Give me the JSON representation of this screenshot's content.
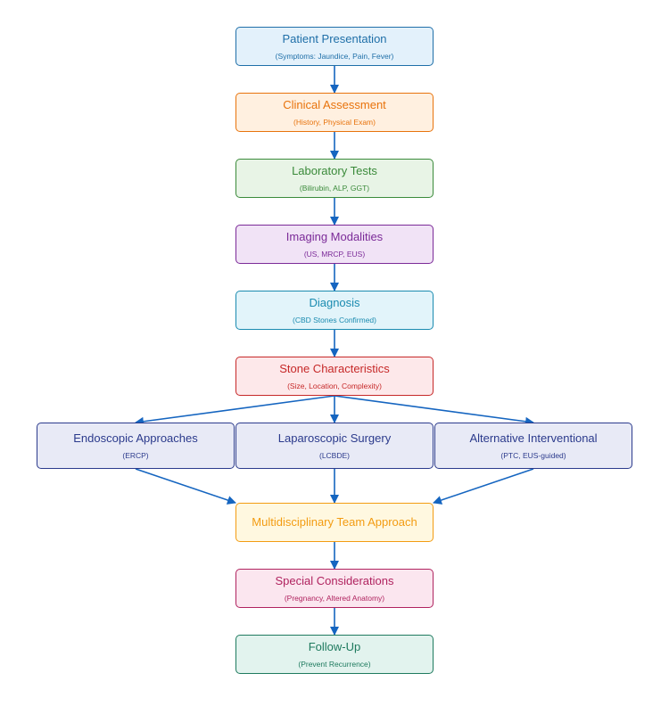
{
  "nodes": [
    {
      "id": "patient",
      "title": "Patient Presentation",
      "subtitle": "(Symptoms: Jaundice, Pain, Fever)",
      "color": "#1f6fa8",
      "fill": "#e3f1fb"
    },
    {
      "id": "clinical",
      "title": "Clinical Assessment",
      "subtitle": "(History, Physical Exam)",
      "color": "#e8730c",
      "fill": "#fff0e0"
    },
    {
      "id": "lab",
      "title": "Laboratory Tests",
      "subtitle": "(Bilirubin, ALP, GGT)",
      "color": "#3a8a3a",
      "fill": "#e8f4e6"
    },
    {
      "id": "imaging",
      "title": "Imaging Modalities",
      "subtitle": "(US, MRCP, EUS)",
      "color": "#7b2a98",
      "fill": "#f1e3f6"
    },
    {
      "id": "diagnosis",
      "title": "Diagnosis",
      "subtitle": "(CBD Stones Confirmed)",
      "color": "#1a8bb0",
      "fill": "#e2f4fa"
    },
    {
      "id": "stone",
      "title": "Stone Characteristics",
      "subtitle": "(Size, Location, Complexity)",
      "color": "#c62828",
      "fill": "#fde8ea"
    },
    {
      "id": "endoscopic",
      "title": "Endoscopic Approaches",
      "subtitle": "(ERCP)",
      "color": "#2b3a8c",
      "fill": "#e8eaf6"
    },
    {
      "id": "laparoscopic",
      "title": "Laparoscopic Surgery",
      "subtitle": "(LCBDE)",
      "color": "#2b3a8c",
      "fill": "#e8eaf6"
    },
    {
      "id": "alternative",
      "title": "Alternative Interventional",
      "subtitle": "(PTC, EUS-guided)",
      "color": "#2b3a8c",
      "fill": "#e8eaf6"
    },
    {
      "id": "mdt",
      "title": "Multidisciplinary Team Approach",
      "subtitle": "",
      "color": "#f39c12",
      "fill": "#fff8e0"
    },
    {
      "id": "special",
      "title": "Special Considerations",
      "subtitle": "(Pregnancy, Altered Anatomy)",
      "color": "#b0235f",
      "fill": "#fbe6ef"
    },
    {
      "id": "followup",
      "title": "Follow-Up",
      "subtitle": "(Prevent Recurrence)",
      "color": "#1e7a5e",
      "fill": "#e2f3ee"
    }
  ],
  "edges": [
    [
      "patient",
      "clinical"
    ],
    [
      "clinical",
      "lab"
    ],
    [
      "lab",
      "imaging"
    ],
    [
      "imaging",
      "diagnosis"
    ],
    [
      "diagnosis",
      "stone"
    ],
    [
      "stone",
      "endoscopic"
    ],
    [
      "stone",
      "laparoscopic"
    ],
    [
      "stone",
      "alternative"
    ],
    [
      "endoscopic",
      "mdt"
    ],
    [
      "laparoscopic",
      "mdt"
    ],
    [
      "alternative",
      "mdt"
    ],
    [
      "mdt",
      "special"
    ],
    [
      "special",
      "followup"
    ]
  ],
  "arrow_color": "#1565c0"
}
